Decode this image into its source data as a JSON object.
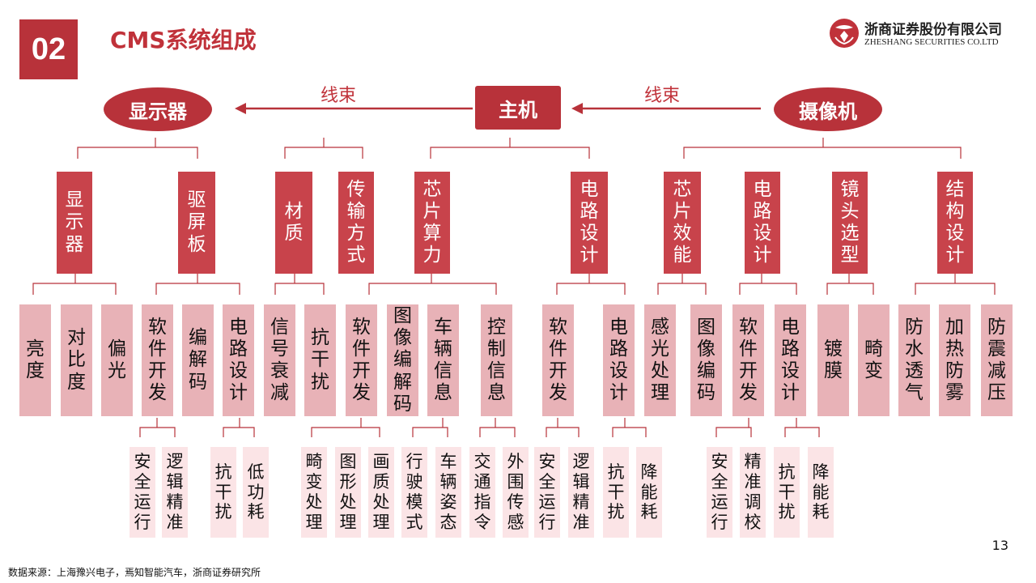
{
  "header": {
    "section_number": "02",
    "title": "CMS系统组成",
    "logo_cn": "浙商证券股份有限公司",
    "logo_en": "ZHESHANG SECURITIES CO.LTD"
  },
  "top_row": {
    "display": "显示器",
    "host": "主机",
    "camera": "摄像机",
    "wire_left": "线束",
    "wire_right": "线束"
  },
  "level1": [
    "显示器",
    "驱屏板",
    "材质",
    "传输方式",
    "芯片算力",
    "电路设计",
    "芯片效能",
    "电路设计",
    "镜头选型",
    "结构设计"
  ],
  "level2": [
    "亮度",
    "对比度",
    "偏光",
    "软件开发",
    "编解码",
    "电路设计",
    "信号衰减",
    "抗干扰",
    "软件开发",
    "图像编解码",
    "车辆信息",
    "控制信息",
    "软件开发",
    "电路设计",
    "感光处理",
    "图像编码",
    "软件开发",
    "电路设计",
    "镀膜",
    "畸变",
    "防水透气",
    "加热防雾",
    "防震减压"
  ],
  "level3": [
    "安全运行",
    "逻辑精准",
    "抗干扰",
    "低功耗",
    "畸变处理",
    "图形处理",
    "画质处理",
    "行驶模式",
    "车辆姿态",
    "交通指令",
    "外围传感",
    "安全运行",
    "逻辑精准",
    "抗干扰",
    "降能耗",
    "安全运行",
    "精准调校",
    "抗干扰",
    "降能耗"
  ],
  "footer": {
    "page": "13",
    "source": "数据来源：上海豫兴电子，焉知智能汽车，浙商证券研究所"
  },
  "colors": {
    "primary": "#b8323a",
    "level1_fill": "#c8434b",
    "level2_fill": "#e8b2b7",
    "level3_fill": "#fbe4e6",
    "line": "#b8323a"
  }
}
